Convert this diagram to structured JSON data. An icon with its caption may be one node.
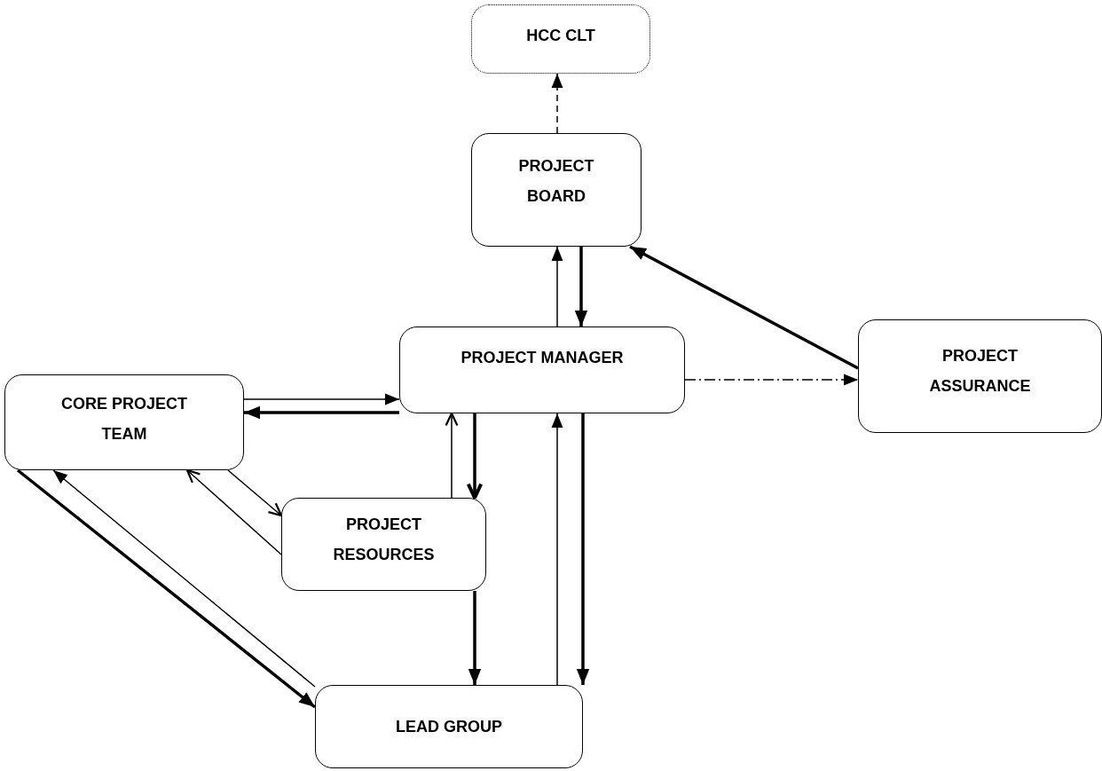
{
  "diagram": {
    "nodes": [
      {
        "text": [
          "HCC CLT"
        ]
      },
      {
        "text": [
          "PROJECT BOARD"
        ]
      },
      {
        "text": [
          "PROJECT MANAGER"
        ]
      },
      {
        "text": [
          "PROJECT ASSURANCE"
        ]
      },
      {
        "text": [
          "CORE PROJECT TEAM"
        ]
      },
      {
        "text": [
          "PROJECT RESOURCES"
        ]
      },
      {
        "text": [
          "LEAD GROUP"
        ]
      }
    ],
    "edges": [
      {
        "from": 1,
        "to": 0,
        "arrow": "to",
        "style": "dashed"
      },
      {
        "from": 2,
        "to": 1,
        "arrow": "to"
      },
      {
        "from": 1,
        "to": 2,
        "arrow": "to",
        "style": "thick"
      },
      {
        "from": 3,
        "to": 1,
        "arrow": "to",
        "style": "thick"
      },
      {
        "from": 2,
        "to": 3,
        "arrow": "to",
        "style": "dashed"
      },
      {
        "from": 4,
        "to": 2,
        "arrow": "to"
      },
      {
        "from": 2,
        "to": 4,
        "arrow": "to",
        "style": "thick"
      },
      {
        "from": 5,
        "to": 2,
        "arrow": "to"
      },
      {
        "from": 2,
        "to": 5,
        "arrow": "to",
        "style": "thick"
      },
      {
        "from": 4,
        "to": 5,
        "arrow": "to"
      },
      {
        "from": 5,
        "to": 4,
        "arrow": "to"
      },
      {
        "from": 4,
        "to": 6,
        "arrow": "to",
        "style": "thick"
      },
      {
        "from": 6,
        "to": 4,
        "arrow": "to"
      },
      {
        "from": 5,
        "to": 6,
        "arrow": "to",
        "style": "thick"
      },
      {
        "from": 6,
        "to": 2,
        "arrow": "to"
      },
      {
        "from": 2,
        "to": 6,
        "arrow": "to",
        "style": "thick"
      }
    ]
  }
}
